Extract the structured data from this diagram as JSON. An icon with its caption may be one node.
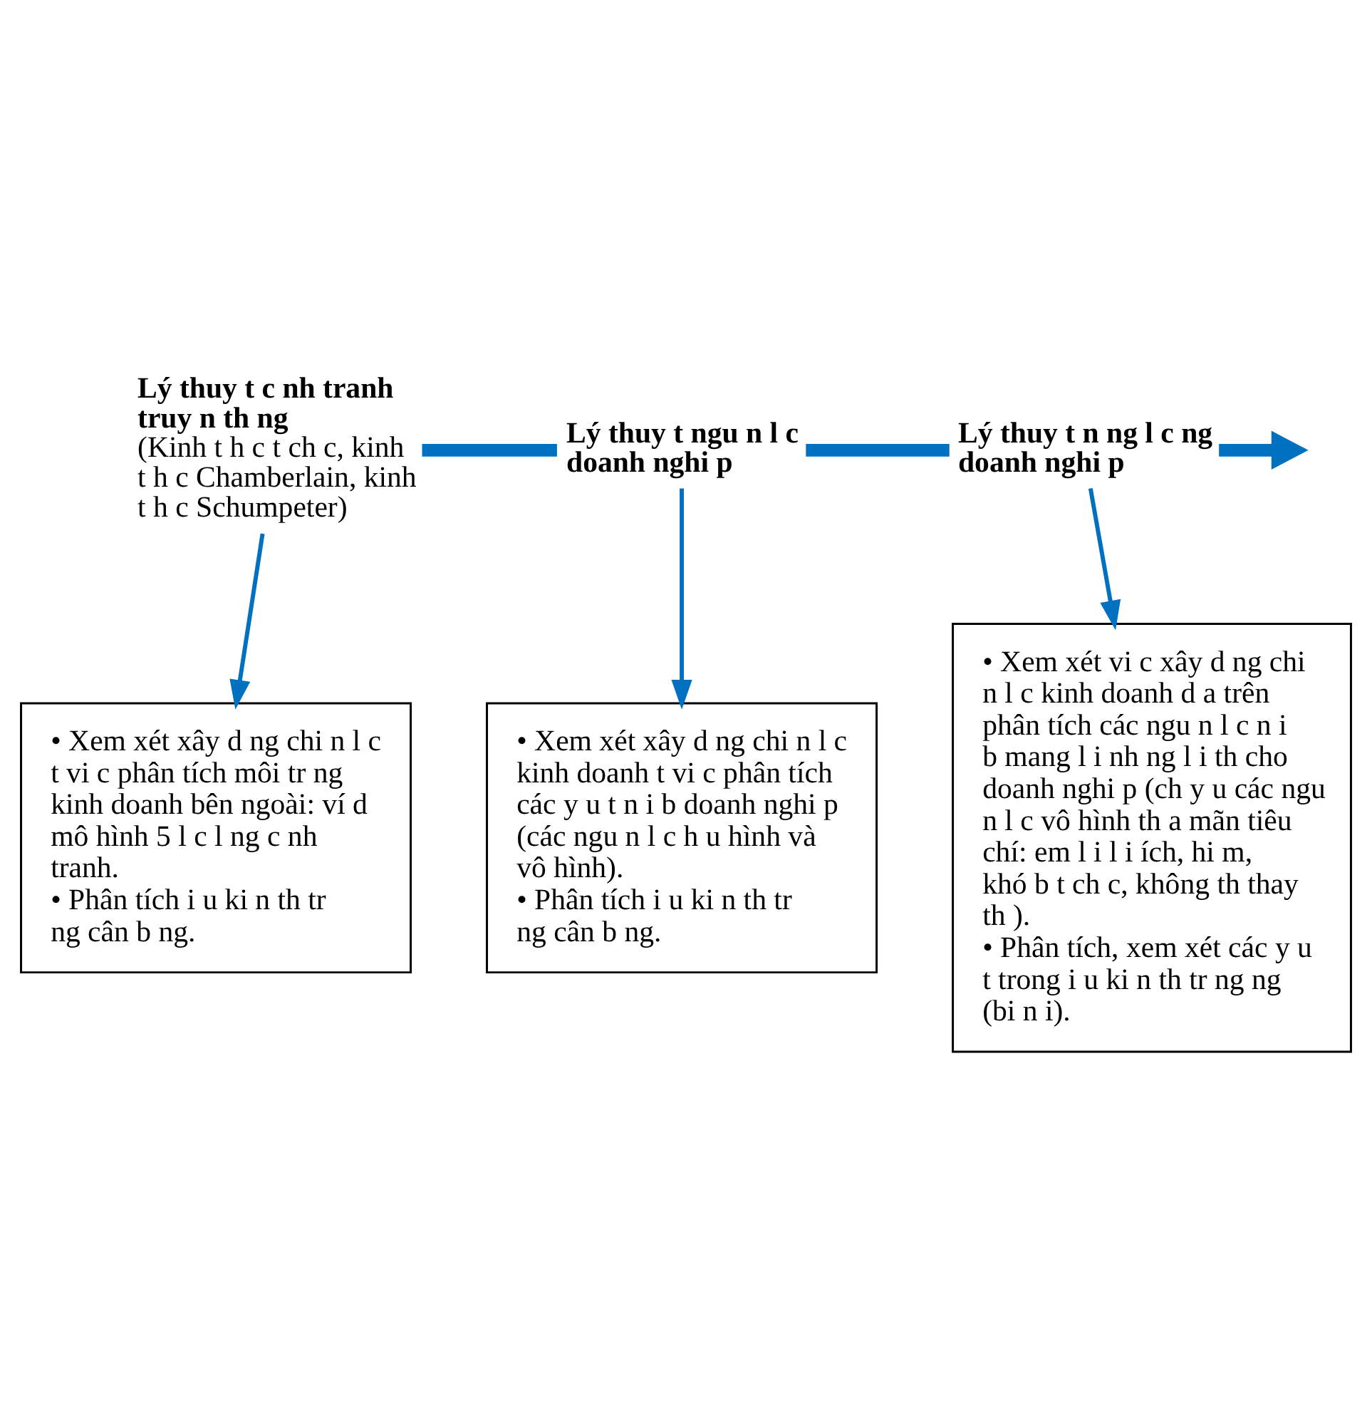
{
  "diagram": {
    "nodes": [
      {
        "text": [
          "Lý thuy t c nh tranh truy n th ng",
          "(Kinh t h c t ch c, kinh t h c Chamberlain, kinh t h c Schumpeter)"
        ]
      },
      {
        "text": [
          "Lý thuy t ngu n l c doanh nghi p"
        ]
      },
      {
        "text": [
          "Lý thuy t n ng l c ng doanh nghi p"
        ]
      },
      {
        "text": [
          "• Xem xét xây d ng chi n l c t vi c phân tích môi tr ng kinh doanh bên ngoài: ví d mô hình 5 l c l ng c nh tranh.",
          "• Phân tích i u ki n th tr ng cân b ng."
        ]
      },
      {
        "text": [
          "• Xem xét xây d ng chi n l c kinh doanh t vi c phân tích các y u t n i b doanh nghi p (các ngu n l c h u hình và vô hình).",
          "• Phân tích i u ki n th tr ng cân b ng."
        ]
      },
      {
        "text": [
          "• Xem xét vi c xây d ng chi n l c kinh doanh d a trên phân tích các ngu n l c n i b mang l i nh ng l i th cho doanh nghi p (ch y u các ngu n l c vô hình th a mãn tiêu chí: em l i l i ích, hi m, khó b t ch c, không th thay th ).",
          "• Phân tích, xem xét các y u t trong i u ki n th tr ng ng (bi n i)."
        ]
      }
    ],
    "edges": [
      {
        "from": 0,
        "to": 1,
        "arrow": "none",
        "style": "thick"
      },
      {
        "from": 1,
        "to": 2,
        "arrow": "none",
        "style": "thick"
      },
      {
        "from": 2,
        "to": null,
        "arrow": "to",
        "style": "thick"
      },
      {
        "from": 0,
        "to": 3,
        "arrow": "to"
      },
      {
        "from": 1,
        "to": 4,
        "arrow": "to"
      },
      {
        "from": 2,
        "to": 5,
        "arrow": "to"
      }
    ]
  }
}
